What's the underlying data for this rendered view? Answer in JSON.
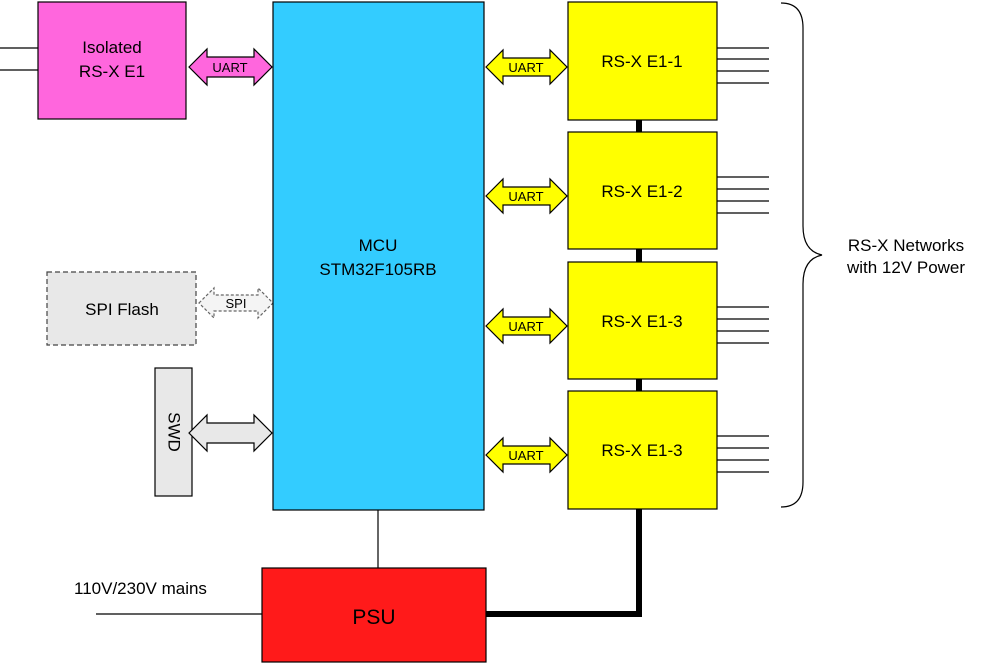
{
  "blocks": {
    "isolated": {
      "line1": "Isolated",
      "line2": "RS-X E1",
      "color": "#ff66dd"
    },
    "mcu": {
      "line1": "MCU",
      "line2": "STM32F105RB",
      "color": "#33ccff"
    },
    "spi_flash": {
      "label": "SPI Flash",
      "color": "#e8e8e8"
    },
    "swd": {
      "label": "SWD",
      "color": "#e8e8e8"
    },
    "psu": {
      "label": "PSU",
      "color": "#ff1a1a"
    },
    "rsx": [
      {
        "label": "RS-X E1-1"
      },
      {
        "label": "RS-X E1-2"
      },
      {
        "label": "RS-X E1-3"
      },
      {
        "label": "RS-X E1-3"
      }
    ],
    "rsx_color": "#ffff00"
  },
  "arrows": {
    "isolated_uart": "UART",
    "spi": "SPI",
    "rsx_uart": [
      "UART",
      "UART",
      "UART",
      "UART"
    ]
  },
  "annotations": {
    "mains": "110V/230V mains",
    "networks_line1": "RS-X Networks",
    "networks_line2": "with 12V Power"
  }
}
